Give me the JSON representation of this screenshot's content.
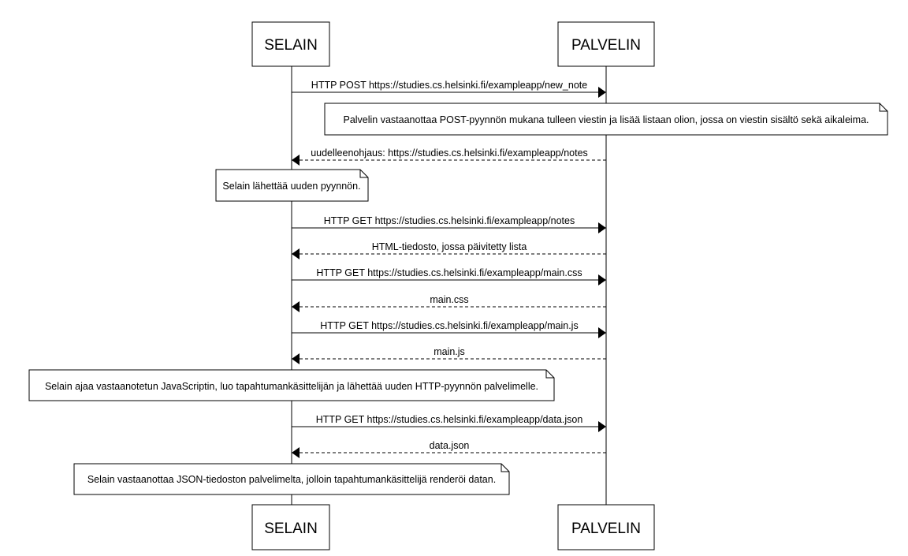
{
  "participants": [
    {
      "id": "browser",
      "label": "SELAIN"
    },
    {
      "id": "server",
      "label": "PALVELIN"
    }
  ],
  "steps": [
    {
      "kind": "message",
      "from": "browser",
      "to": "server",
      "style": "solid",
      "text": "HTTP POST https://studies.cs.helsinki.fi/exampleapp/new_note"
    },
    {
      "kind": "note",
      "over": "server",
      "text": "Palvelin vastaanottaa POST-pyynnön mukana tulleen viestin ja lisää listaan olion, jossa on viestin sisältö sekä aikaleima."
    },
    {
      "kind": "message",
      "from": "server",
      "to": "browser",
      "style": "dashed",
      "text": "uudelleenohjaus: https://studies.cs.helsinki.fi/exampleapp/notes"
    },
    {
      "kind": "note",
      "over": "browser",
      "text": "Selain lähettää uuden pyynnön."
    },
    {
      "kind": "message",
      "from": "browser",
      "to": "server",
      "style": "solid",
      "text": "HTTP GET https://studies.cs.helsinki.fi/exampleapp/notes"
    },
    {
      "kind": "message",
      "from": "server",
      "to": "browser",
      "style": "dashed",
      "text": "HTML-tiedosto, jossa päivitetty lista"
    },
    {
      "kind": "message",
      "from": "browser",
      "to": "server",
      "style": "solid",
      "text": "HTTP GET https://studies.cs.helsinki.fi/exampleapp/main.css"
    },
    {
      "kind": "message",
      "from": "server",
      "to": "browser",
      "style": "dashed",
      "text": "main.css"
    },
    {
      "kind": "message",
      "from": "browser",
      "to": "server",
      "style": "solid",
      "text": "HTTP GET https://studies.cs.helsinki.fi/exampleapp/main.js"
    },
    {
      "kind": "message",
      "from": "server",
      "to": "browser",
      "style": "dashed",
      "text": "main.js"
    },
    {
      "kind": "note",
      "over": "browser",
      "text": "Selain ajaa vastaanotetun JavaScriptin, luo tapahtumankäsittelijän ja lähettää uuden HTTP-pyynnön palvelimelle."
    },
    {
      "kind": "message",
      "from": "browser",
      "to": "server",
      "style": "solid",
      "text": "HTTP GET https://studies.cs.helsinki.fi/exampleapp/data.json"
    },
    {
      "kind": "message",
      "from": "server",
      "to": "browser",
      "style": "dashed",
      "text": "data.json"
    },
    {
      "kind": "note",
      "over": "browser",
      "text": "Selain vastaanottaa JSON-tiedoston palvelimelta, jolloin tapahtumankäsittelijä renderöi datan."
    }
  ]
}
